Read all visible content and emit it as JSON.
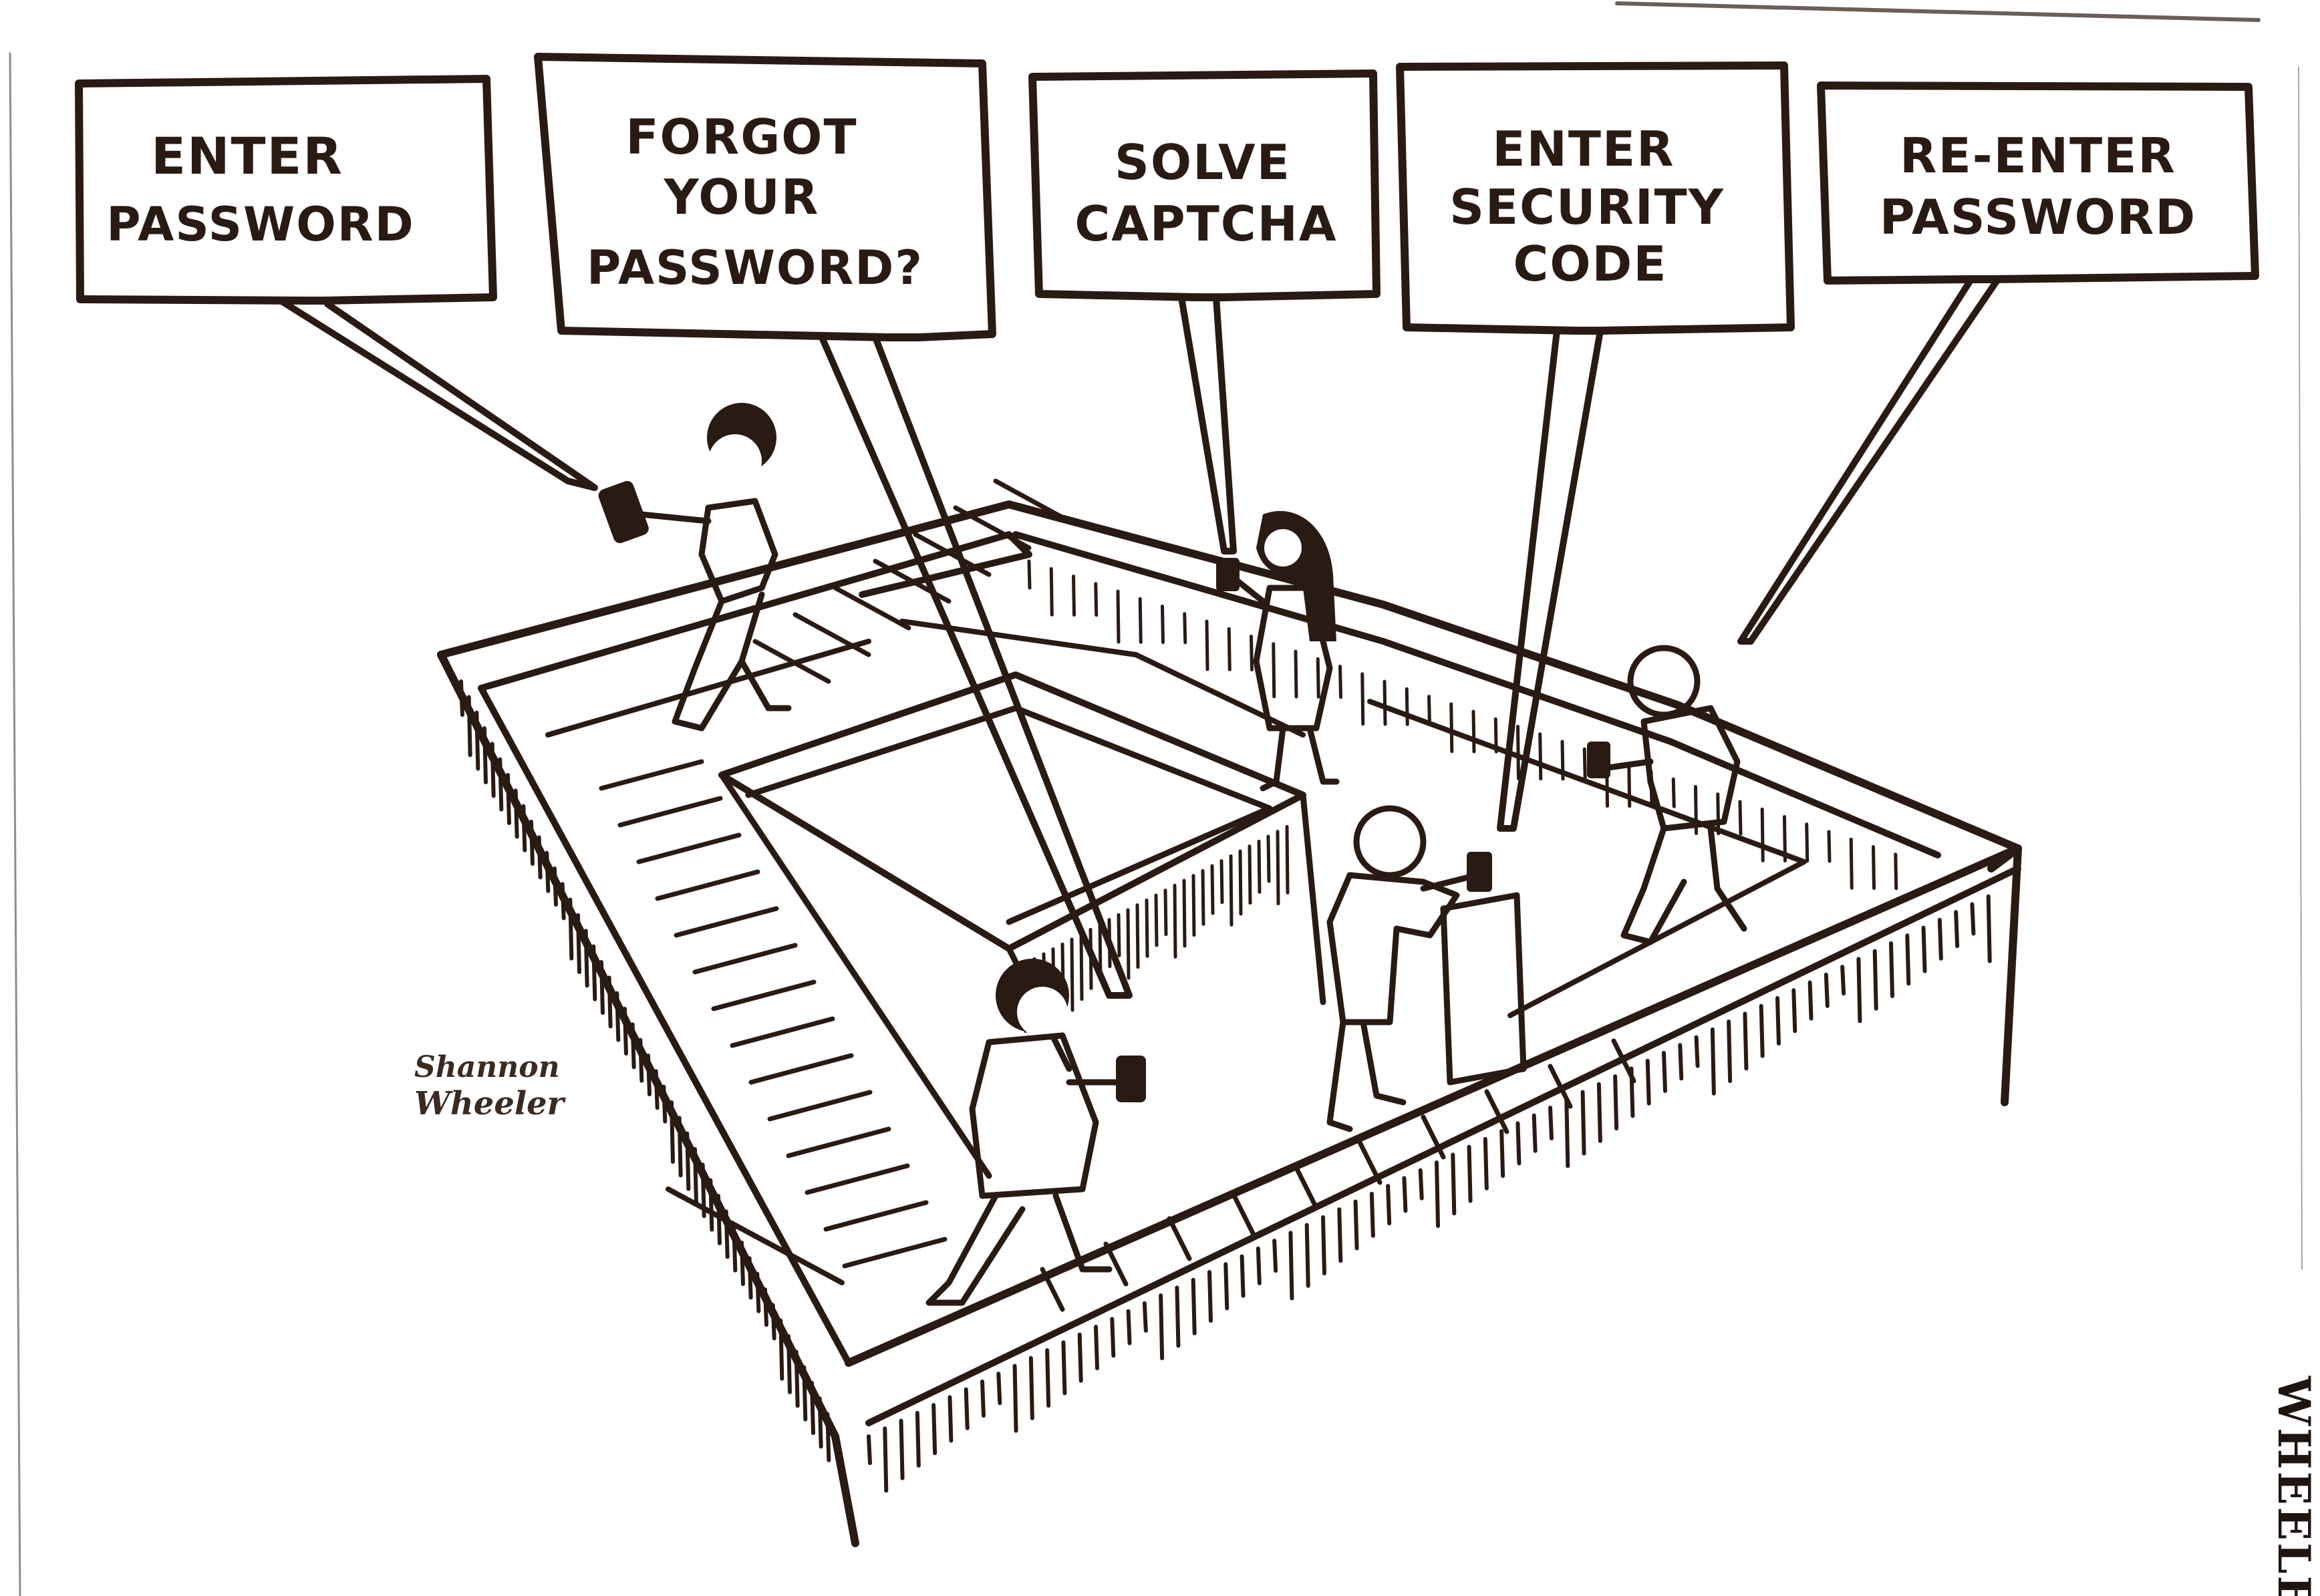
{
  "cartoon": {
    "title": "Password maze cartoon",
    "ink_color": "#2a1a14",
    "paper_color": "#ffffff",
    "balloons": [
      {
        "id": "enter-password",
        "lines": [
          "ENTER",
          "PASSWORD"
        ]
      },
      {
        "id": "forgot-password",
        "lines": [
          "FORGOT",
          "YOUR",
          "PASSWORD?"
        ]
      },
      {
        "id": "solve-captcha",
        "lines": [
          "SOLVE",
          "CAPTCHA"
        ]
      },
      {
        "id": "enter-security-code",
        "lines": [
          "ENTER",
          "SECURITY",
          "CODE"
        ]
      },
      {
        "id": "re-enter-password",
        "lines": [
          "RE-ENTER",
          "PASSWORD"
        ]
      }
    ],
    "figures": [
      {
        "id": "figure-1",
        "description": "person holding phone at top of stairs",
        "speaks": "enter-password"
      },
      {
        "id": "figure-2",
        "description": "person holding phone on lower stairs",
        "speaks": "forgot-password"
      },
      {
        "id": "figure-3",
        "description": "long-haired person on back corridor",
        "speaks": "solve-captcha"
      },
      {
        "id": "figure-4",
        "description": "person holding phone at corridor wall",
        "speaks": "enter-security-code"
      },
      {
        "id": "figure-5",
        "description": "bald person walking on right corridor",
        "speaks": "re-enter-password"
      }
    ],
    "signature": {
      "line1": "Shannon",
      "line2": "Wheeler"
    },
    "credit": "WHEELER"
  }
}
